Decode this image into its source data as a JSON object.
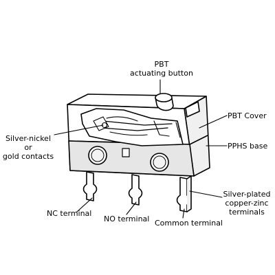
{
  "labels": {
    "pbt_button": [
      "PBT",
      "actuating button"
    ],
    "pbt_cover": "PBT Cover",
    "contacts": [
      "Silver-nickel",
      "or",
      "gold contacts"
    ],
    "pphs_base": "PPHS base",
    "plated_terminals": [
      "Silver-plated",
      "copper-zinc",
      "terminals"
    ],
    "nc_terminal": "NC terminal",
    "no_terminal": "NO terminal",
    "common_terminal": "Common terminal"
  },
  "colors": {
    "body": "#ffffff",
    "right_face": "#f0f0f0",
    "base_shade": "#e6e6e6",
    "outline": "#000000"
  }
}
